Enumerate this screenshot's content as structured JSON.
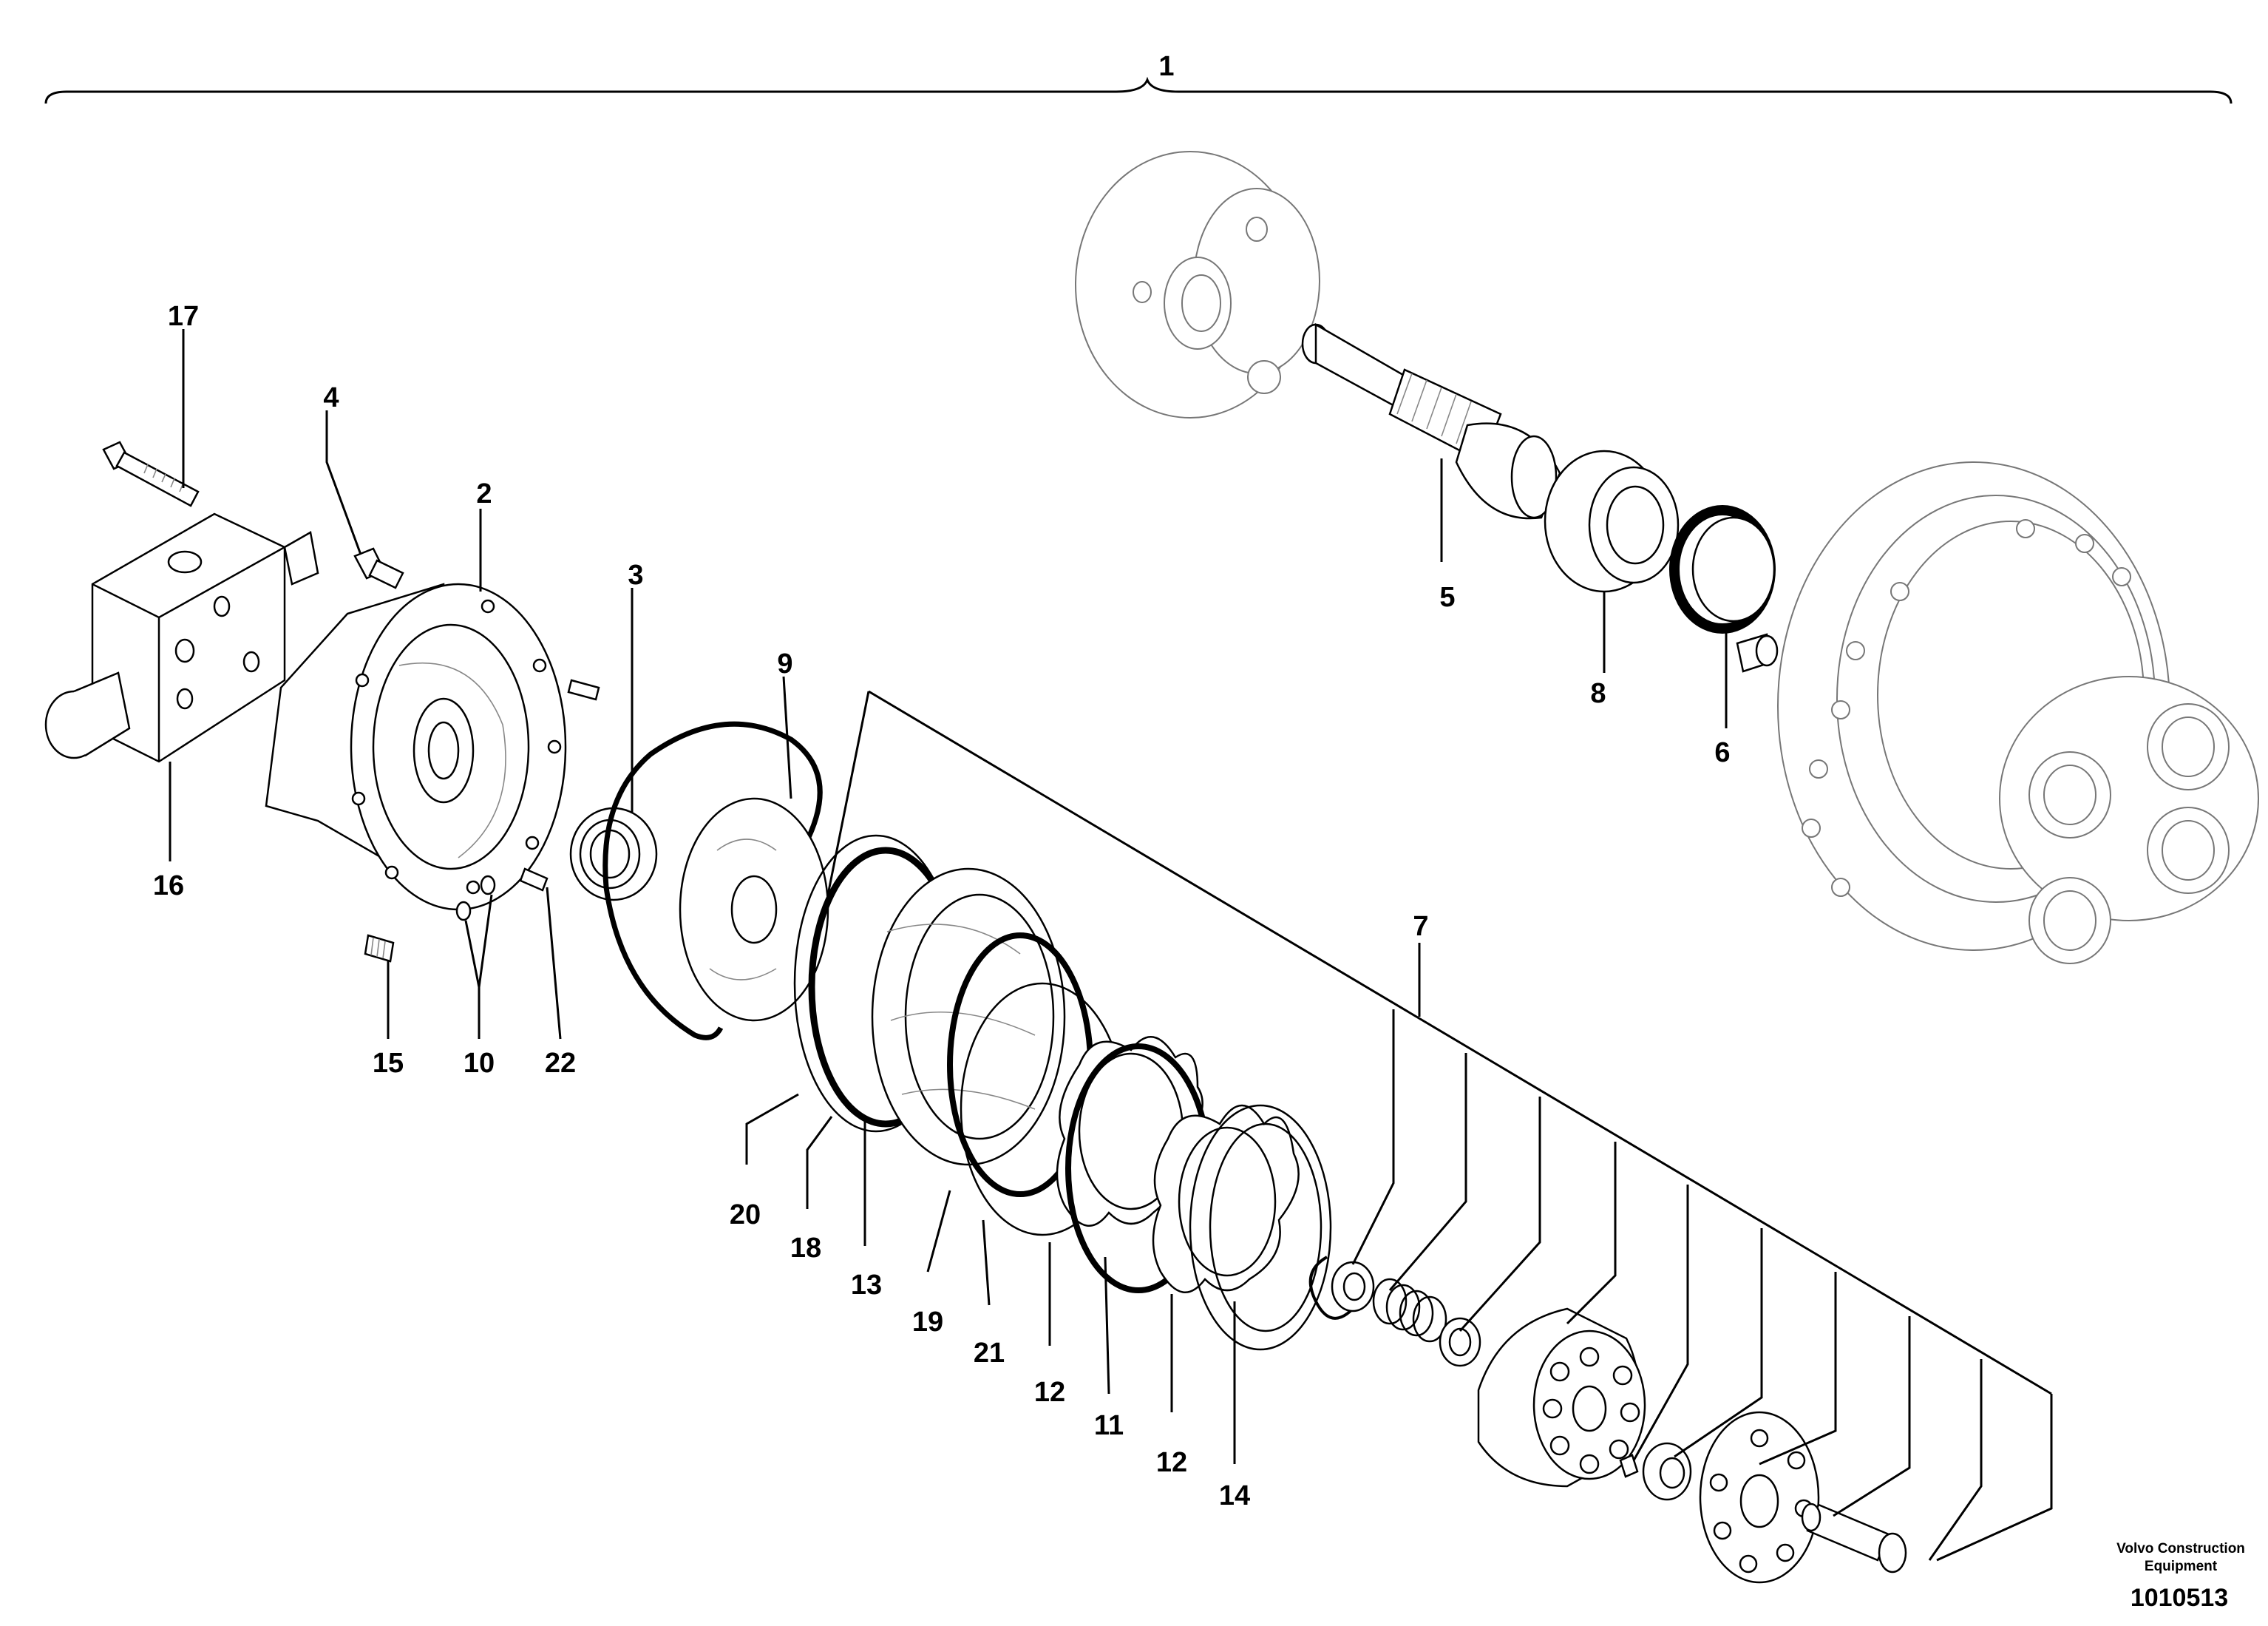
{
  "diagram": {
    "callouts": {
      "c1": "1",
      "c2": "2",
      "c3": "3",
      "c4": "4",
      "c5": "5",
      "c6": "6",
      "c7": "7",
      "c8": "8",
      "c9": "9",
      "c10": "10",
      "c11": "11",
      "c12a": "12",
      "c12b": "12",
      "c13": "13",
      "c14": "14",
      "c15": "15",
      "c16": "16",
      "c17": "17",
      "c18": "18",
      "c19": "19",
      "c20": "20",
      "c21": "21",
      "c22": "22"
    },
    "manufacturer_line1": "Volvo Construction",
    "manufacturer_line2": "Equipment",
    "document_number": "1010513"
  }
}
